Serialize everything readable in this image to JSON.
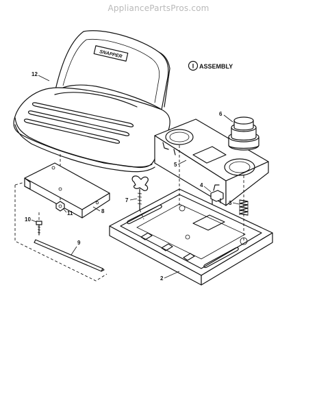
{
  "watermark": "AppliancePartsPros.com",
  "assembly": {
    "marker": "I",
    "label": "ASSEMBLY"
  },
  "brand_label": "SNAPPER",
  "callouts": {
    "seat": "12",
    "cup_holder_insert": "6",
    "console_cover": "5",
    "switch": "4",
    "spring": "3",
    "knob": "7",
    "bracket": "8",
    "nut": "11",
    "bolt": "10",
    "rod": "9",
    "base_pan": "2"
  }
}
